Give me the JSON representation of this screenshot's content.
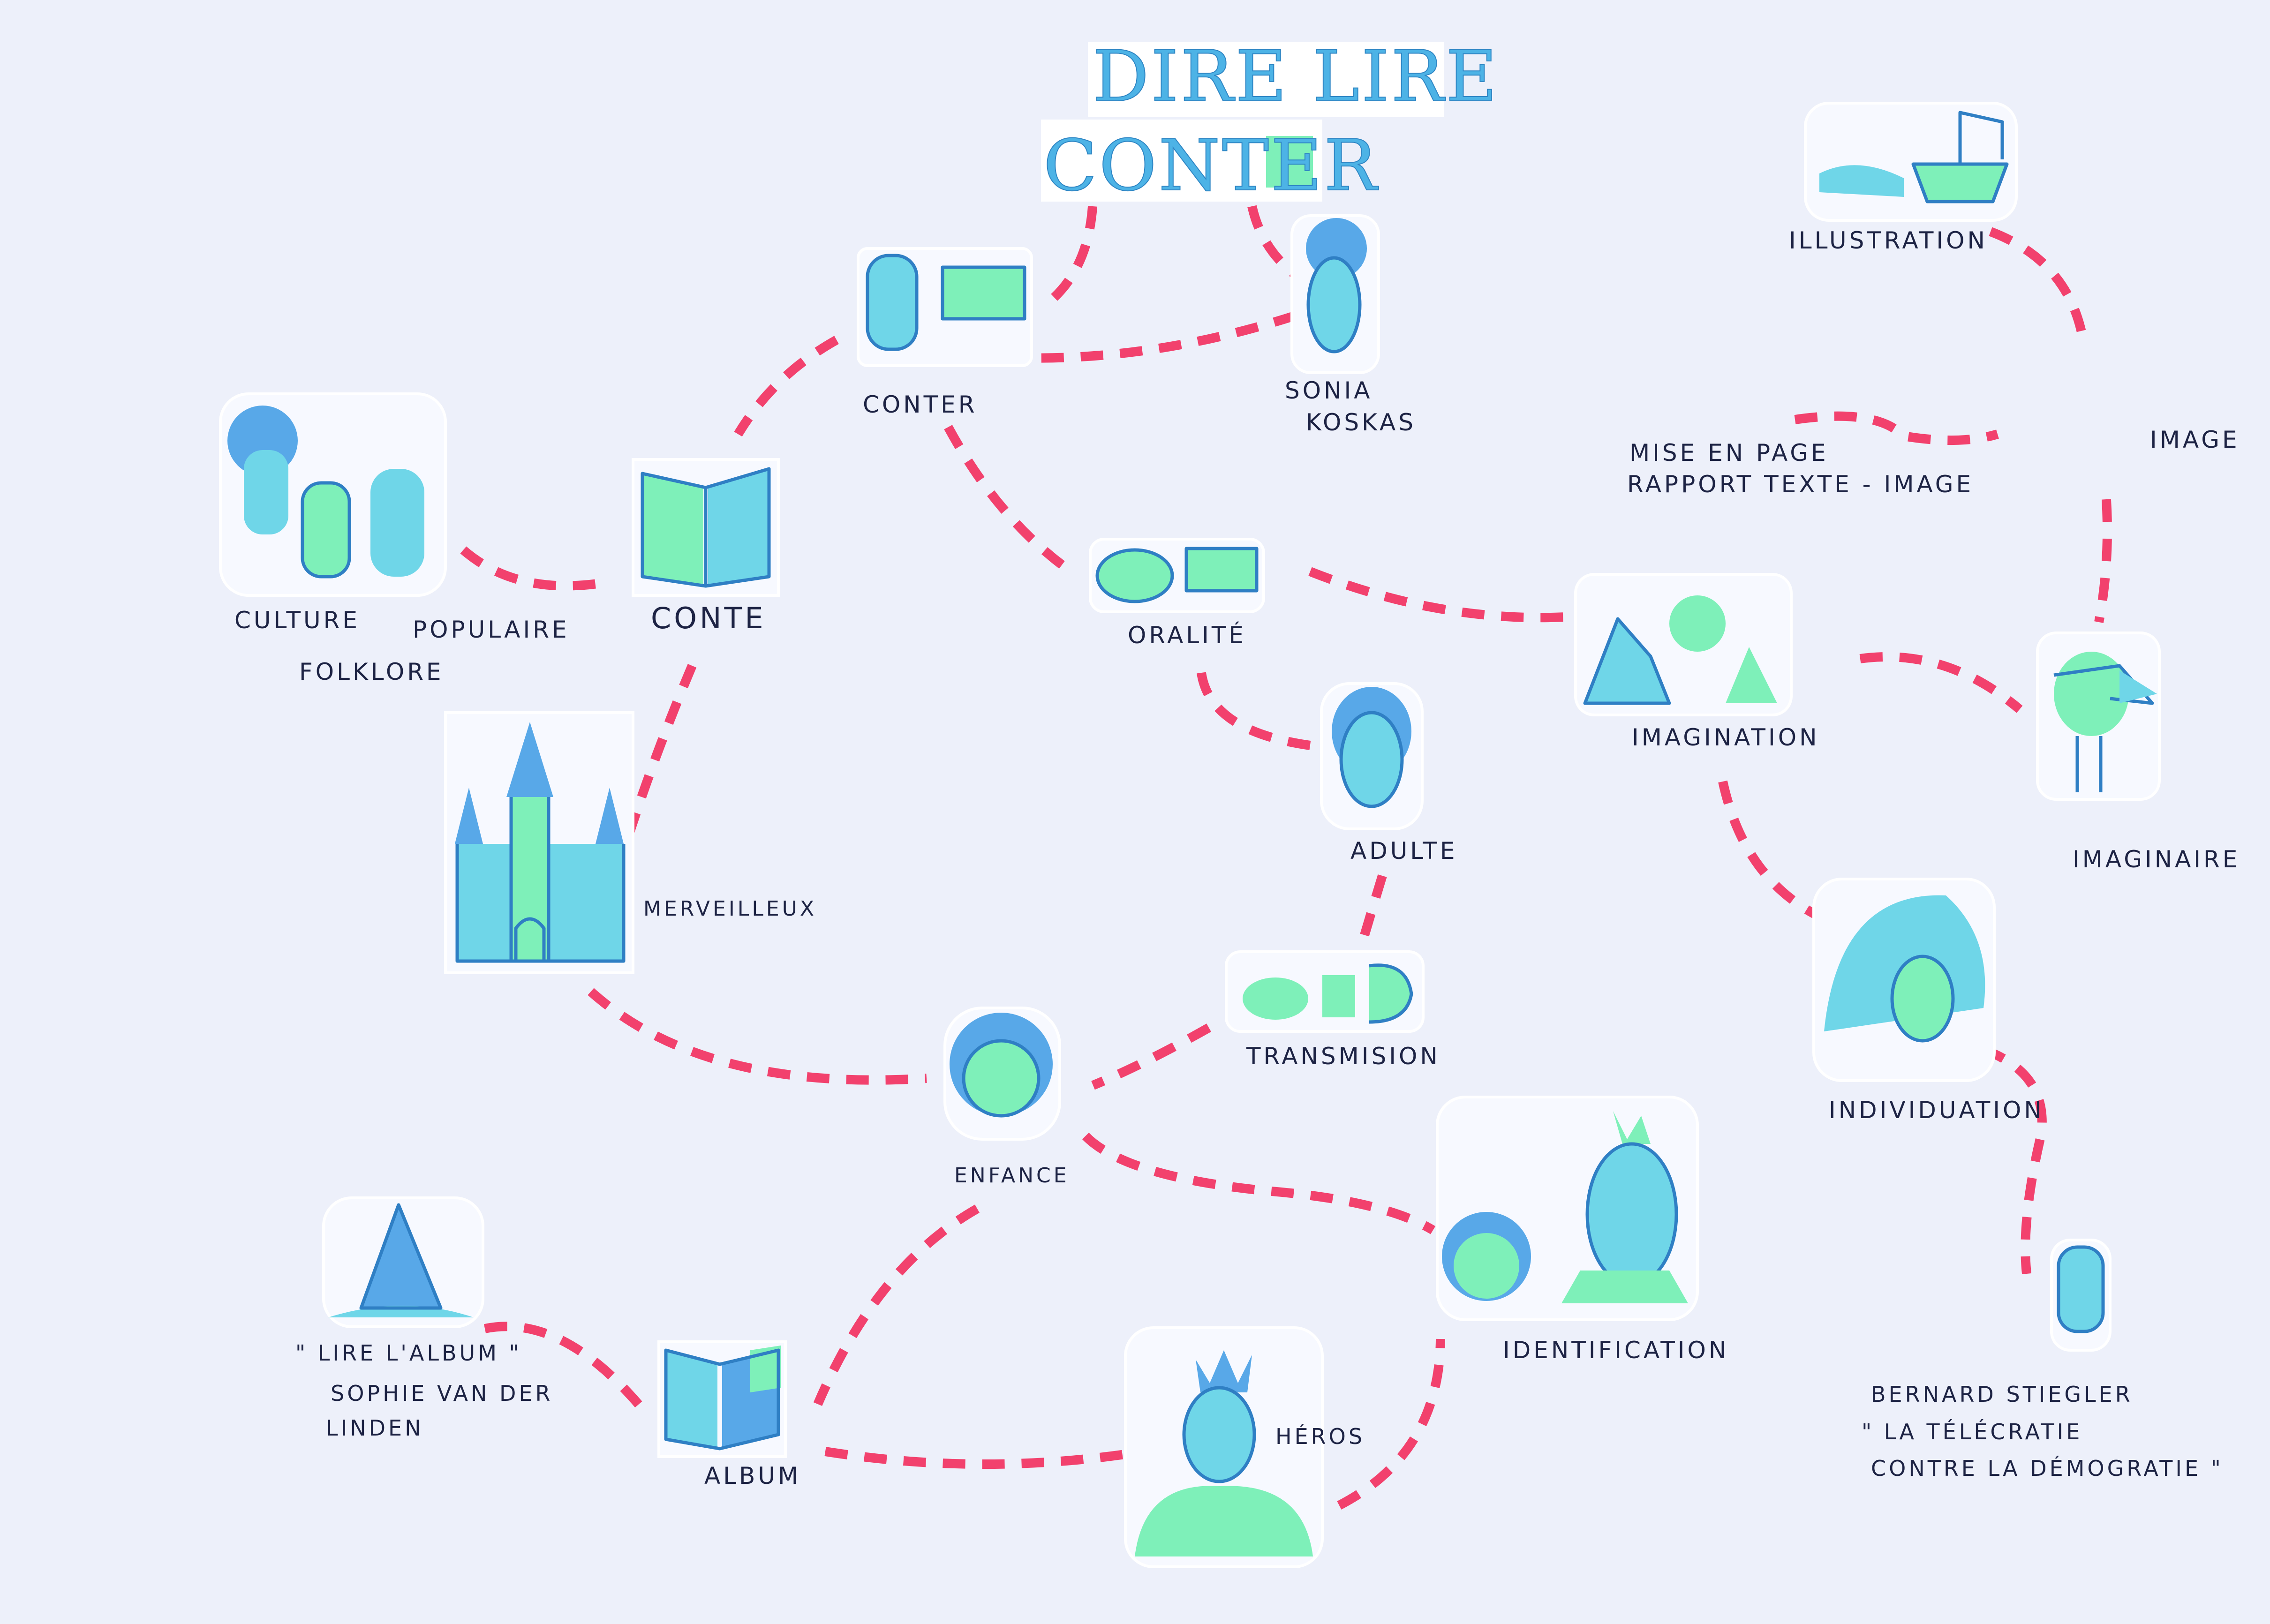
{
  "title": {
    "line1": "DIRE LIRE",
    "line2": "CONTER"
  },
  "nodes": {
    "conter": "CONTER",
    "sonia_1": "SONIA",
    "sonia_2": "KOSKAS",
    "culture": "CULTURE",
    "populaire": "POPULAIRE",
    "folklore": "FOLKLORE",
    "conte": "CONTE",
    "oralite": "ORALITÉ",
    "imagination": "IMAGINATION",
    "illustration": "ILLUSTRATION",
    "image": "IMAGE",
    "mise_en_page": "MISE EN PAGE",
    "rapport": "RAPPORT TEXTE - IMAGE",
    "imaginaire": "IMAGINAIRE",
    "merveilleux": "MERVEILLEUX",
    "adulte": "ADULTE",
    "transmission": "TRANSMISION",
    "individuation": "INDIVIDUATION",
    "enfance": "ENFANCE",
    "identification": "IDENTIFICATION",
    "stiegler_1": "BERNARD STIEGLER",
    "stiegler_2": "\" LA TÉLÉCRATIE",
    "stiegler_3": "CONTRE LA DÉMOGRATIE \"",
    "lire_1": "\" LIRE L'ALBUM \"",
    "lire_2": "SOPHIE VAN DER",
    "lire_3": "LINDEN",
    "album": "ALBUM",
    "heros": "HÉROS"
  },
  "colors": {
    "edge": "#f2416d",
    "ink": "#1d2344",
    "cyan": "#6fd6e8",
    "green": "#7ef0b9",
    "paper": "#edf0fa"
  }
}
